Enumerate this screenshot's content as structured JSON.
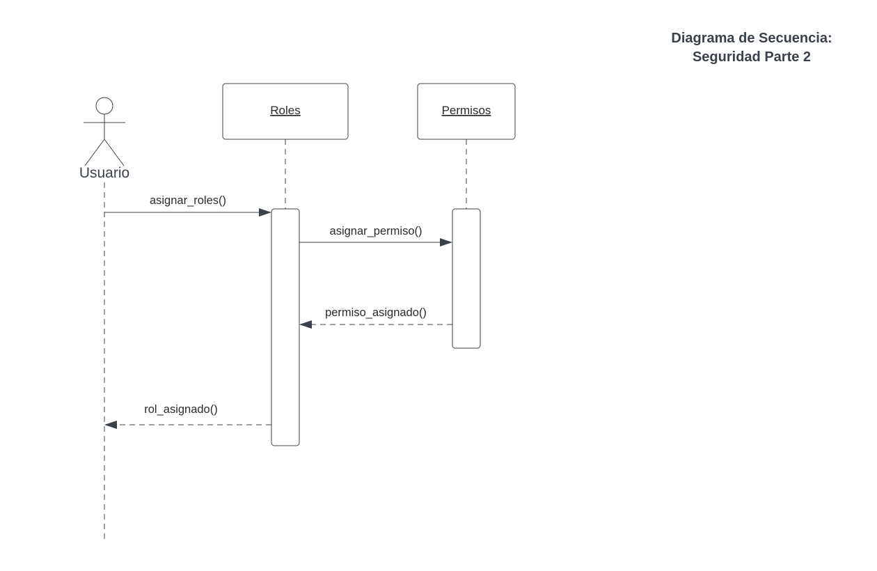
{
  "title": {
    "line1": "Diagrama de Secuencia:",
    "line2": "Seguridad Parte 2"
  },
  "actor": {
    "label": "Usuario"
  },
  "participants": {
    "roles": "Roles",
    "permisos": "Permisos"
  },
  "messages": {
    "asignar_roles": "asignar_roles()",
    "asignar_permiso": "asignar_permiso()",
    "permiso_asignado": "permiso_asignado()",
    "rol_asignado": "rol_asignado()"
  }
}
